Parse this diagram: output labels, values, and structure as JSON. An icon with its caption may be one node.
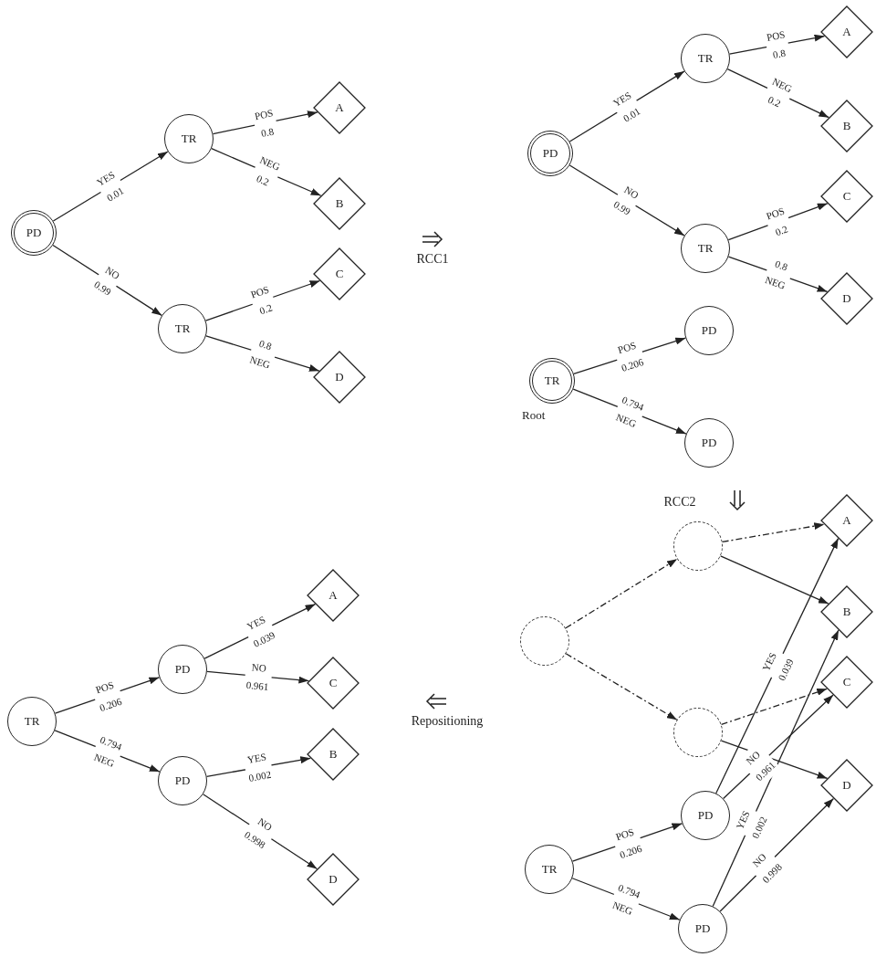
{
  "diagram": {
    "nodes": [
      {
        "text": [
          "PD"
        ]
      },
      {
        "text": [
          "TR"
        ]
      },
      {
        "text": [
          "TR"
        ]
      },
      {
        "text": [
          "A"
        ]
      },
      {
        "text": [
          "B"
        ]
      },
      {
        "text": [
          "C"
        ]
      },
      {
        "text": [
          "D"
        ]
      },
      {
        "text": [
          "PD"
        ]
      },
      {
        "text": [
          "TR"
        ]
      },
      {
        "text": [
          "TR"
        ]
      },
      {
        "text": [
          "A"
        ]
      },
      {
        "text": [
          "B"
        ]
      },
      {
        "text": [
          "C"
        ]
      },
      {
        "text": [
          "D"
        ]
      },
      {
        "text": [
          "TR"
        ],
        "beside": [
          "Root"
        ]
      },
      {
        "text": [
          "PD"
        ]
      },
      {
        "text": [
          "PD"
        ]
      },
      {
        "text": [
          "A"
        ]
      },
      {
        "text": [],
        "shape": "circle"
      },
      {
        "text": [
          "B"
        ]
      },
      {
        "text": [],
        "shape": "circle"
      },
      {
        "text": [
          "C"
        ]
      },
      {
        "text": [],
        "shape": "circle"
      },
      {
        "text": [
          "D"
        ]
      },
      {
        "text": [
          "PD"
        ]
      },
      {
        "text": [
          "TR"
        ]
      },
      {
        "text": [
          "PD"
        ]
      },
      {
        "text": [
          "A"
        ]
      },
      {
        "text": [
          "PD"
        ]
      },
      {
        "text": [
          "C"
        ]
      },
      {
        "text": [
          "TR"
        ]
      },
      {
        "text": [
          "B"
        ]
      },
      {
        "text": [
          "PD"
        ]
      },
      {
        "text": [
          "D"
        ]
      }
    ],
    "edges": [
      {
        "from": 0,
        "to": 1,
        "arrow": "to",
        "label": "YES 0.01"
      },
      {
        "from": 0,
        "to": 2,
        "arrow": "to",
        "label": "NO 0.99"
      },
      {
        "from": 1,
        "to": 3,
        "arrow": "to",
        "label": "POS 0.8"
      },
      {
        "from": 1,
        "to": 4,
        "arrow": "to",
        "label": "NEG 0.2"
      },
      {
        "from": 2,
        "to": 5,
        "arrow": "to",
        "label": "POS 0.2"
      },
      {
        "from": 2,
        "to": 6,
        "arrow": "to",
        "label": "0.8 NEG"
      },
      {
        "from": 7,
        "to": 8,
        "arrow": "to",
        "label": "YES 0.01"
      },
      {
        "from": 7,
        "to": 9,
        "arrow": "to",
        "label": "NO 0.99"
      },
      {
        "from": 8,
        "to": 10,
        "arrow": "to",
        "label": "POS 0.8"
      },
      {
        "from": 8,
        "to": 11,
        "arrow": "to",
        "label": "NEG 0.2"
      },
      {
        "from": 9,
        "to": 12,
        "arrow": "to",
        "label": "POS 0.2"
      },
      {
        "from": 9,
        "to": 13,
        "arrow": "to",
        "label": "0.8 NEG"
      },
      {
        "from": 14,
        "to": 15,
        "arrow": "to",
        "label": "POS 0.206"
      },
      {
        "from": 14,
        "to": 16,
        "arrow": "to",
        "label": "0.794 NEG"
      },
      {
        "from": 20,
        "to": 18,
        "arrow": "to",
        "style": "dashed"
      },
      {
        "from": 20,
        "to": 22,
        "arrow": "to",
        "style": "dashed"
      },
      {
        "from": 18,
        "to": 17,
        "arrow": "to",
        "style": "dashed"
      },
      {
        "from": 18,
        "to": 19,
        "arrow": "to"
      },
      {
        "from": 22,
        "to": 21,
        "arrow": "to",
        "style": "dashed"
      },
      {
        "from": 22,
        "to": 23,
        "arrow": "to"
      },
      {
        "from": 25,
        "to": 24,
        "arrow": "to",
        "label": "POS 0.206"
      },
      {
        "from": 25,
        "to": 26,
        "arrow": "to",
        "label": "0.794 NEG"
      },
      {
        "from": 24,
        "to": 17,
        "arrow": "to",
        "label": "YES 0.039"
      },
      {
        "from": 24,
        "to": 21,
        "arrow": "to",
        "label": "NO 0.961"
      },
      {
        "from": 26,
        "to": 19,
        "arrow": "to",
        "label": "YES 0.002"
      },
      {
        "from": 26,
        "to": 23,
        "arrow": "to",
        "label": "NO 0.998"
      },
      {
        "from": 30,
        "to": 28,
        "arrow": "to",
        "label": "POS 0.206"
      },
      {
        "from": 30,
        "to": 32,
        "arrow": "to",
        "label": "0.794 NEG"
      },
      {
        "from": 28,
        "to": 27,
        "arrow": "to",
        "label": "YES 0.039"
      },
      {
        "from": 28,
        "to": 29,
        "arrow": "to",
        "label": "NO 0.961"
      },
      {
        "from": 32,
        "to": 31,
        "arrow": "to",
        "label": "YES 0.002"
      },
      {
        "from": 32,
        "to": 33,
        "arrow": "to",
        "label": "NO 0.998"
      }
    ],
    "labels": [
      "RCC1",
      "RCC2",
      "Repositioning"
    ]
  }
}
